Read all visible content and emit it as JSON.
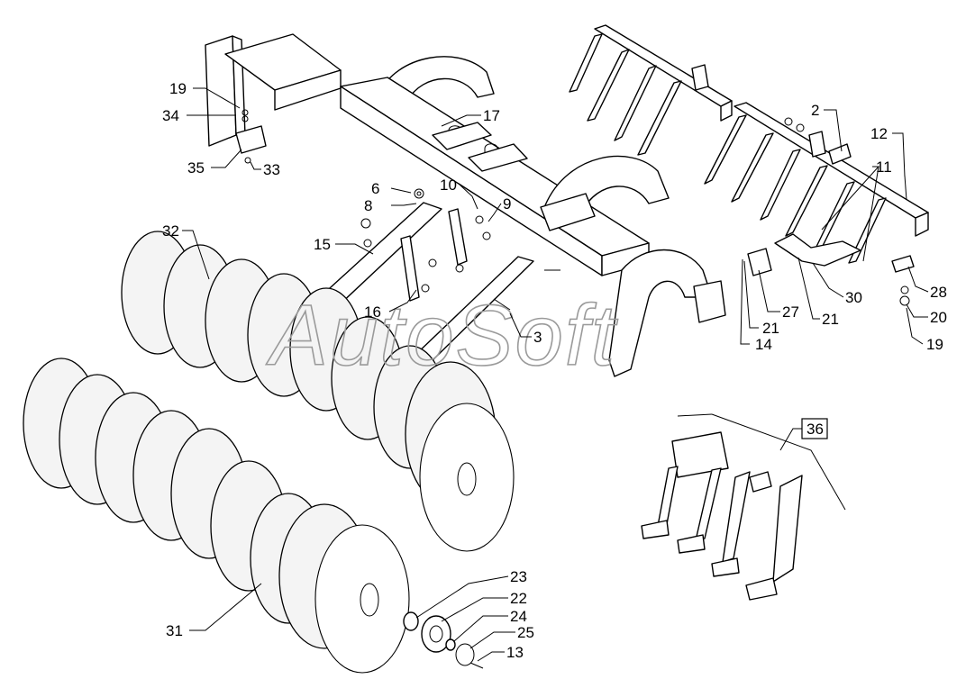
{
  "watermark": "AutoSoft",
  "callouts": [
    {
      "id": "19a",
      "text": "19"
    },
    {
      "id": "34",
      "text": "34"
    },
    {
      "id": "35",
      "text": "35"
    },
    {
      "id": "33",
      "text": "33"
    },
    {
      "id": "17",
      "text": "17"
    },
    {
      "id": "2",
      "text": "2"
    },
    {
      "id": "12",
      "text": "12"
    },
    {
      "id": "11",
      "text": "11"
    },
    {
      "id": "6",
      "text": "6"
    },
    {
      "id": "8",
      "text": "8"
    },
    {
      "id": "10",
      "text": "10"
    },
    {
      "id": "9",
      "text": "9"
    },
    {
      "id": "32",
      "text": "32"
    },
    {
      "id": "15",
      "text": "15"
    },
    {
      "id": "16",
      "text": "16"
    },
    {
      "id": "3",
      "text": "3"
    },
    {
      "id": "27",
      "text": "27"
    },
    {
      "id": "21a",
      "text": "21"
    },
    {
      "id": "21b",
      "text": "21"
    },
    {
      "id": "14",
      "text": "14"
    },
    {
      "id": "30",
      "text": "30"
    },
    {
      "id": "28",
      "text": "28"
    },
    {
      "id": "20",
      "text": "20"
    },
    {
      "id": "19b",
      "text": "19"
    },
    {
      "id": "36",
      "text": "36"
    },
    {
      "id": "23",
      "text": "23"
    },
    {
      "id": "22",
      "text": "22"
    },
    {
      "id": "24",
      "text": "24"
    },
    {
      "id": "25",
      "text": "25"
    },
    {
      "id": "13",
      "text": "13"
    },
    {
      "id": "31",
      "text": "31"
    }
  ]
}
